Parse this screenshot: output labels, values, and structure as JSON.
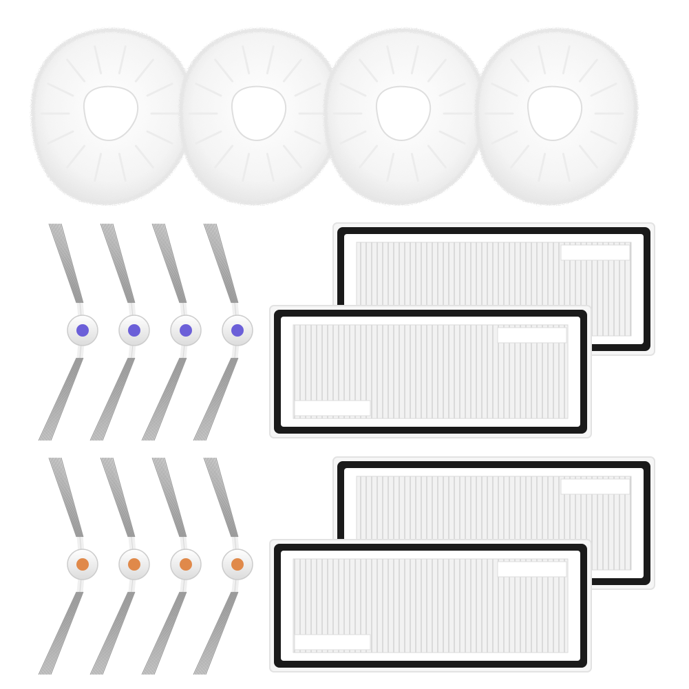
{
  "image": {
    "background": "#ffffff",
    "subject": "robot-vacuum-replacement-parts-kit"
  },
  "mop_pads": {
    "count": 4,
    "color": "#f7f7f7",
    "shade": "#e6e6e6"
  },
  "side_brushes": {
    "count": 8,
    "rows": [
      {
        "hub_color": "#6b5fd8",
        "count": 4
      },
      {
        "hub_color": "#e0894a",
        "count": 4
      }
    ],
    "bristle_color": "#9a9a9a"
  },
  "hepa_filters": {
    "count": 4,
    "frame_color": "#1a1a1a",
    "pleat_color": "#e9e9e9"
  }
}
